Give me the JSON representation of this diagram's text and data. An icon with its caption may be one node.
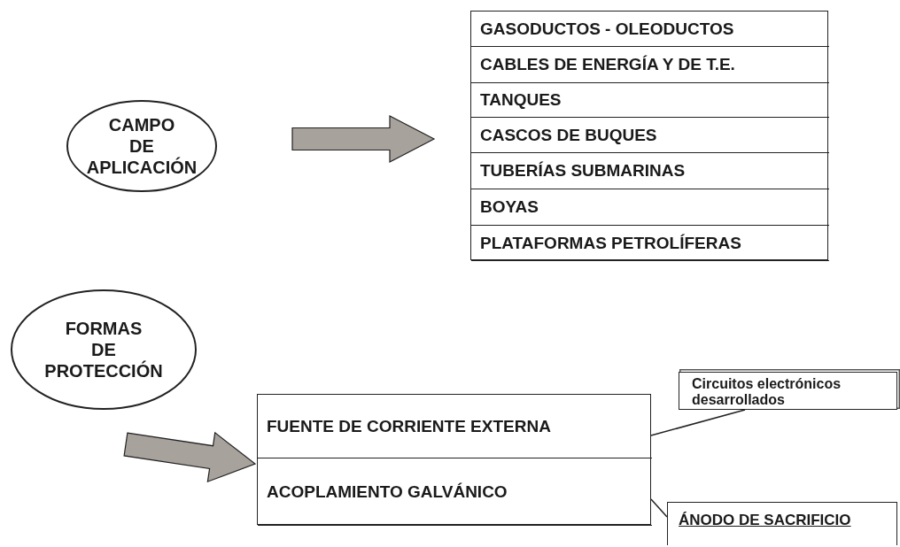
{
  "diagram": {
    "nodes": [
      {
        "text": [
          "CAMPO DE APLICACIÓN"
        ]
      },
      {
        "text": [],
        "shape": "box"
      },
      {
        "text": [
          "GASODUCTOS - OLEODUCTOS"
        ],
        "in": 1
      },
      {
        "text": [
          "CABLES DE ENERGÍA Y DE T.E."
        ],
        "in": 1
      },
      {
        "text": [
          "TANQUES"
        ],
        "in": 1
      },
      {
        "text": [
          "CASCOS DE BUQUES"
        ],
        "in": 1
      },
      {
        "text": [
          "TUBERÍAS SUBMARINAS"
        ],
        "in": 1
      },
      {
        "text": [
          "BOYAS"
        ],
        "in": 1
      },
      {
        "text": [
          "PLATAFORMAS PETROLÍFERAS"
        ],
        "in": 1
      },
      {
        "text": [
          "FORMAS DE PROTECCIÓN"
        ]
      },
      {
        "text": [],
        "shape": "box"
      },
      {
        "text": [
          "FUENTE DE CORRIENTE EXTERNA"
        ],
        "in": 10
      },
      {
        "text": [
          "ACOPLAMIENTO GALVÁNICO"
        ],
        "in": 10
      },
      {
        "text": [
          "Circuitos electrónicos desarrollados"
        ]
      },
      {
        "text": [
          "ÁNODO DE SACRIFICIO"
        ]
      }
    ],
    "edges": [
      {
        "from": 0,
        "to": 1,
        "arrow": "to"
      },
      {
        "from": 9,
        "to": 10,
        "arrow": "to"
      },
      {
        "from": 13,
        "to": 11,
        "arrow": "none"
      },
      {
        "from": 14,
        "to": 12,
        "arrow": "none"
      }
    ]
  }
}
